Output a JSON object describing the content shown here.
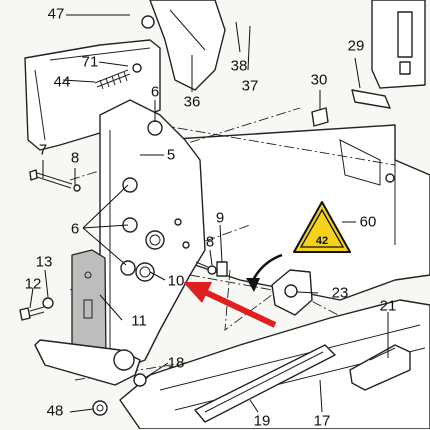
{
  "callouts": [
    {
      "id": "47",
      "text": "47"
    },
    {
      "id": "44",
      "text": "44"
    },
    {
      "id": "71",
      "text": "71"
    },
    {
      "id": "38",
      "text": "38"
    },
    {
      "id": "37",
      "text": "37"
    },
    {
      "id": "29",
      "text": "29"
    },
    {
      "id": "36",
      "text": "36"
    },
    {
      "id": "30",
      "text": "30"
    },
    {
      "id": "6a",
      "text": "6"
    },
    {
      "id": "5",
      "text": "5"
    },
    {
      "id": "7",
      "text": "7"
    },
    {
      "id": "8a",
      "text": "8"
    },
    {
      "id": "6b",
      "text": "6"
    },
    {
      "id": "9",
      "text": "9"
    },
    {
      "id": "8b",
      "text": "8"
    },
    {
      "id": "60",
      "text": "60"
    },
    {
      "id": "13",
      "text": "13"
    },
    {
      "id": "12",
      "text": "12"
    },
    {
      "id": "10",
      "text": "10"
    },
    {
      "id": "23",
      "text": "23"
    },
    {
      "id": "11",
      "text": "11"
    },
    {
      "id": "21",
      "text": "21"
    },
    {
      "id": "18",
      "text": "18"
    },
    {
      "id": "48",
      "text": "48"
    },
    {
      "id": "19",
      "text": "19"
    },
    {
      "id": "17",
      "text": "17"
    }
  ],
  "warning_label": {
    "text": "42",
    "fill": "#f6d21a"
  },
  "arrow_color": "#e02020"
}
